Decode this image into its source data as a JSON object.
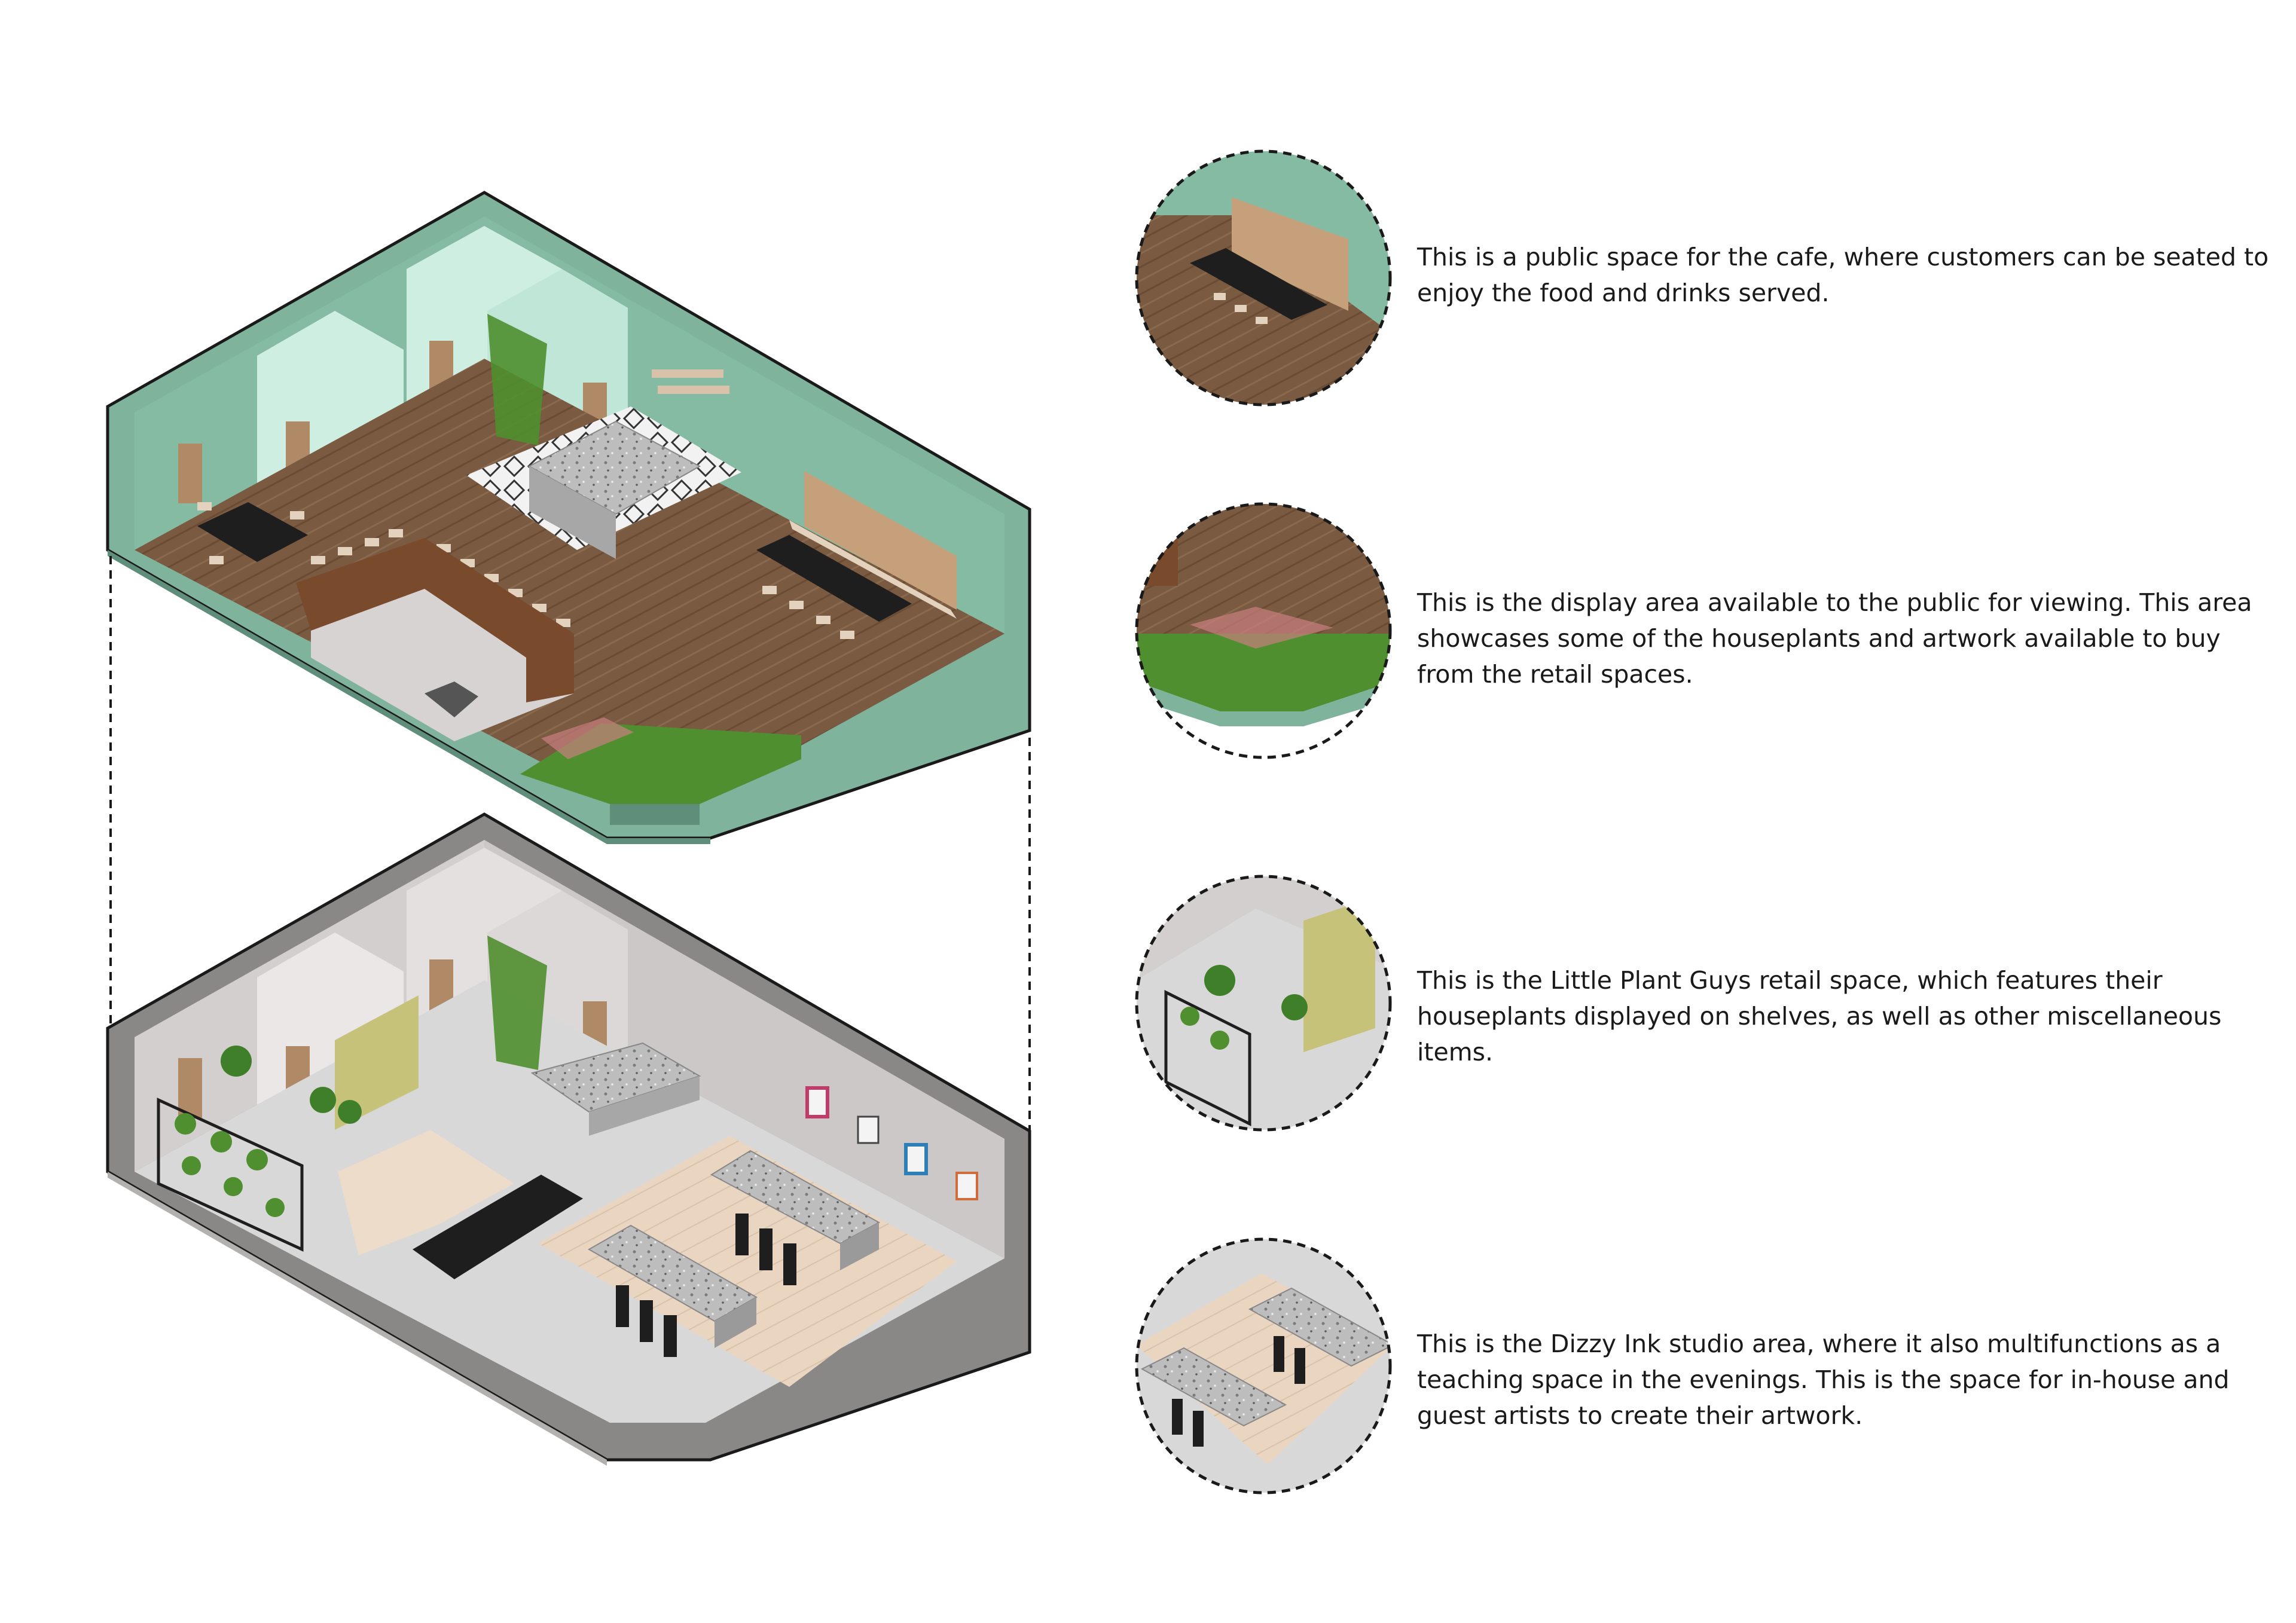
{
  "captions": [
    {
      "id": "cafe-seating",
      "text": "This is a public space for the cafe, where customers can be seated to enjoy the food and drinks served."
    },
    {
      "id": "display-area",
      "text": "This is the display area available to the public for viewing. This area showcases some of the houseplants and artwork available to buy from the retail spaces."
    },
    {
      "id": "retail-space",
      "text": "This is the Little Plant Guys retail space, which features their houseplants displayed on shelves, as well as other miscellaneous items."
    },
    {
      "id": "studio-area",
      "text": "This is the Dizzy Ink studio area, where it also multifunctions as a teaching space in the evenings. This is the space for in-house and guest artists to create their artwork."
    }
  ],
  "colors": {
    "upper_wall": "#7fb39c",
    "upper_wall_light": "#cfeee2",
    "wood_floor": "#7a5a40",
    "lower_wall": "#c9c4c4",
    "lower_floor": "#d8d8d8",
    "terrazzo": "#b9b9b9",
    "plants": "#4f8f2f",
    "marble": "#1e1e1e"
  }
}
